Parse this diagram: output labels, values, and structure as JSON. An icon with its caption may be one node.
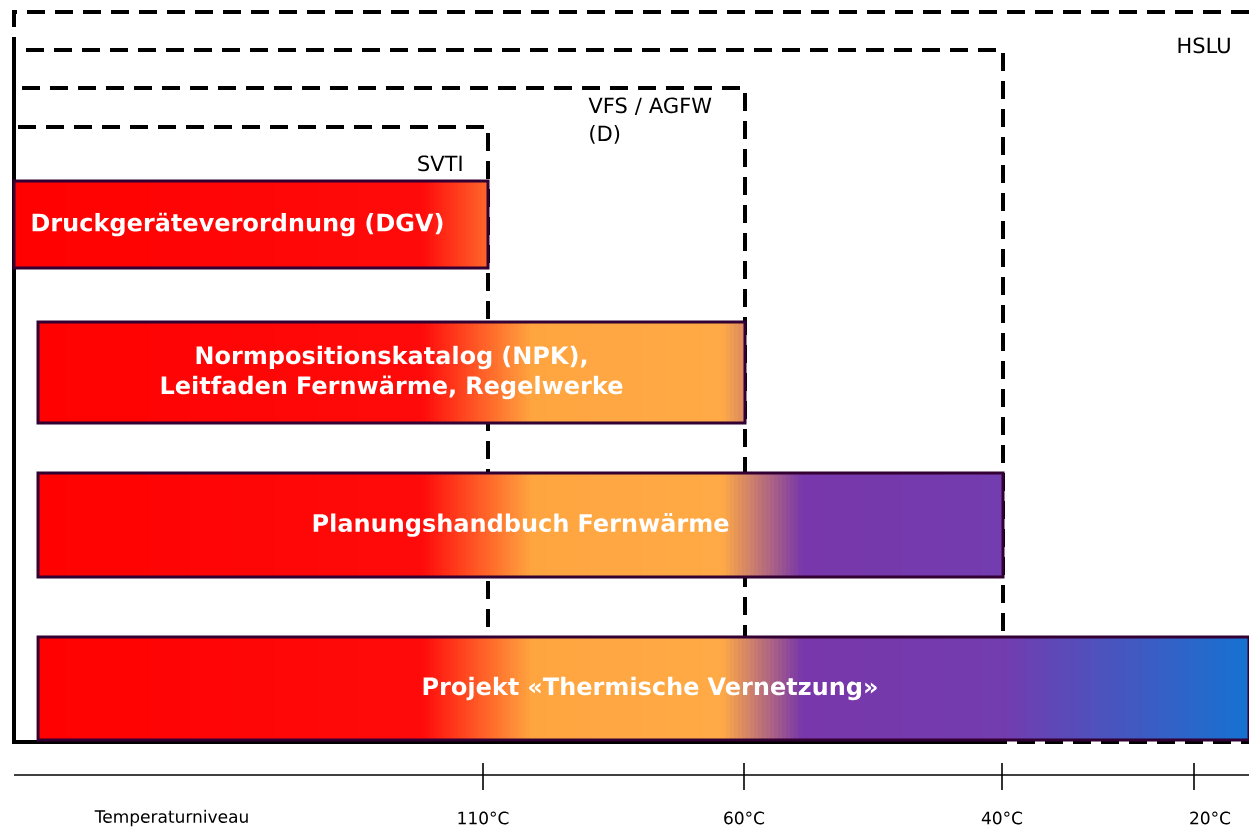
{
  "diagram": {
    "nodes": [
      {
        "text": [
          "HSLU"
        ]
      },
      {
        "text": [],
        "shape": "box",
        "in": 0
      },
      {
        "text": [
          "VFS / AGFW (D)"
        ],
        "in": 1
      },
      {
        "text": [
          "SVTI"
        ],
        "in": 2
      },
      {
        "text": [
          "Druckgeräteverordnung (DGV)"
        ],
        "in": 3
      },
      {
        "text": [
          "Normpositionskatalog (NPK), Leitfaden Fernwärme, Regelwerke"
        ],
        "in": 2
      },
      {
        "text": [
          "Planungshandbuch Fernwärme"
        ],
        "in": 1
      },
      {
        "text": [
          "Projekt «Thermische Vernetzung»"
        ],
        "in": 0
      }
    ],
    "labels": [
      "Temperaturniveau",
      "110°C",
      "60°C",
      "40°C",
      "20°C"
    ]
  }
}
